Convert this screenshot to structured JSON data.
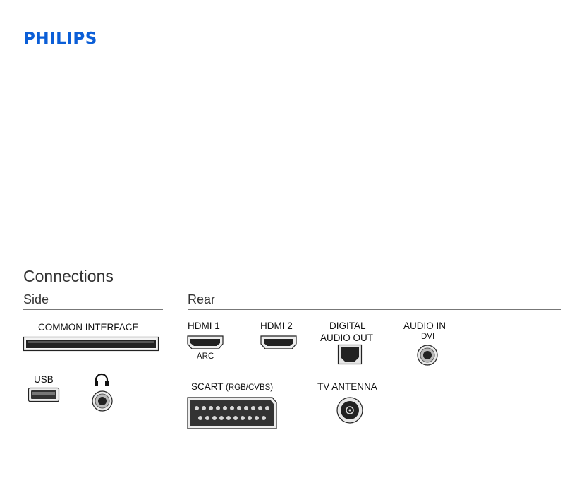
{
  "brand": {
    "logo_text": "PHILIPS",
    "color": "#0b5ed7"
  },
  "section_title": "Connections",
  "side": {
    "title": "Side",
    "common_interface": "COMMON INTERFACE",
    "usb": "USB",
    "headphone_icon": "headphones-icon"
  },
  "rear": {
    "title": "Rear",
    "hdmi1": "HDMI 1",
    "hdmi1_sub": "ARC",
    "hdmi2": "HDMI 2",
    "digital_audio_line1": "DIGITAL",
    "digital_audio_line2": "AUDIO OUT",
    "audio_in": "AUDIO IN",
    "audio_in_sub": "DVI",
    "scart": "SCART",
    "scart_sub": "(RGB/CVBS)",
    "tv_antenna": "TV ANTENNA"
  }
}
